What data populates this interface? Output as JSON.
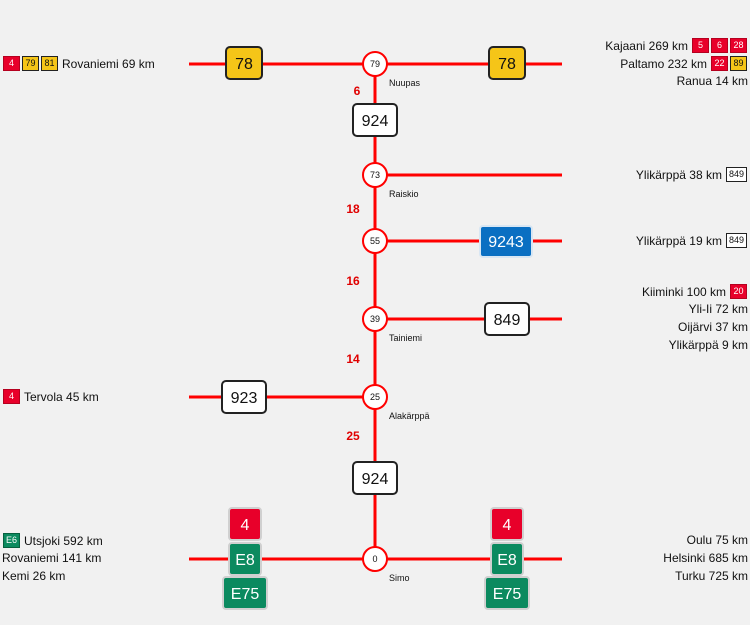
{
  "colors": {
    "road": "#ff0000",
    "distance": "#e00000",
    "sign_yellow": "#f5c518",
    "sign_blue": "#0a6fc2",
    "sign_red": "#e8002a",
    "sign_green": "#0b8a5f",
    "background": "#f1f1f1"
  },
  "junctions": [
    {
      "km": "79",
      "place": "Nuupas"
    },
    {
      "km": "73",
      "place": "Raiskio"
    },
    {
      "km": "55",
      "place": ""
    },
    {
      "km": "39",
      "place": "Tainiemi"
    },
    {
      "km": "25",
      "place": "Alakärppä"
    },
    {
      "km": "0",
      "place": "Simo"
    }
  ],
  "distances": [
    "6",
    "18",
    "16",
    "14",
    "25"
  ],
  "signs": [
    {
      "text": "78",
      "style": "yellow"
    },
    {
      "text": "78",
      "style": "yellow"
    },
    {
      "text": "924",
      "style": "white"
    },
    {
      "text": "9243",
      "style": "blue"
    },
    {
      "text": "849",
      "style": "white"
    },
    {
      "text": "923",
      "style": "white"
    },
    {
      "text": "924",
      "style": "white"
    },
    {
      "text": "4",
      "style": "red"
    },
    {
      "text": "E8",
      "style": "green"
    },
    {
      "text": "E75",
      "style": "green"
    },
    {
      "text": "4",
      "style": "red"
    },
    {
      "text": "E8",
      "style": "green"
    },
    {
      "text": "E75",
      "style": "green"
    }
  ],
  "destinations": {
    "left": [
      {
        "text": "Rovaniemi 69 km",
        "chips": [
          {
            "t": "4",
            "s": "red"
          },
          {
            "t": "79",
            "s": "yellow"
          },
          {
            "t": "81",
            "s": "yellow"
          }
        ]
      },
      {
        "text": "Tervola 45 km",
        "chips": [
          {
            "t": "4",
            "s": "red"
          }
        ]
      },
      {
        "text": "Utsjoki 592 km",
        "chips": [
          {
            "t": "E6",
            "s": "green"
          }
        ]
      },
      {
        "text": "Rovaniemi 141 km",
        "chips": []
      },
      {
        "text": "Kemi 26 km",
        "chips": []
      }
    ],
    "right": [
      {
        "text": "Kajaani 269 km",
        "chips": [
          {
            "t": "5",
            "s": "red"
          },
          {
            "t": "6",
            "s": "red"
          },
          {
            "t": "28",
            "s": "red"
          }
        ]
      },
      {
        "text": "Paltamo 232 km",
        "chips": [
          {
            "t": "22",
            "s": "red"
          },
          {
            "t": "89",
            "s": "yellow"
          }
        ]
      },
      {
        "text": "Ranua 14 km",
        "chips": []
      },
      {
        "text": "Ylikärppä 38 km",
        "chips": [
          {
            "t": "849",
            "s": "white"
          }
        ]
      },
      {
        "text": "Ylikärppä 19 km",
        "chips": [
          {
            "t": "849",
            "s": "white"
          }
        ]
      },
      {
        "text": "Kiiminki 100 km",
        "chips": [
          {
            "t": "20",
            "s": "red"
          }
        ]
      },
      {
        "text": "Yli-Ii 72 km",
        "chips": []
      },
      {
        "text": "Oijärvi 37 km",
        "chips": []
      },
      {
        "text": "Ylikärppä 9 km",
        "chips": []
      },
      {
        "text": "Oulu 75 km",
        "chips": []
      },
      {
        "text": "Helsinki 685 km",
        "chips": []
      },
      {
        "text": "Turku 725 km",
        "chips": []
      }
    ]
  }
}
